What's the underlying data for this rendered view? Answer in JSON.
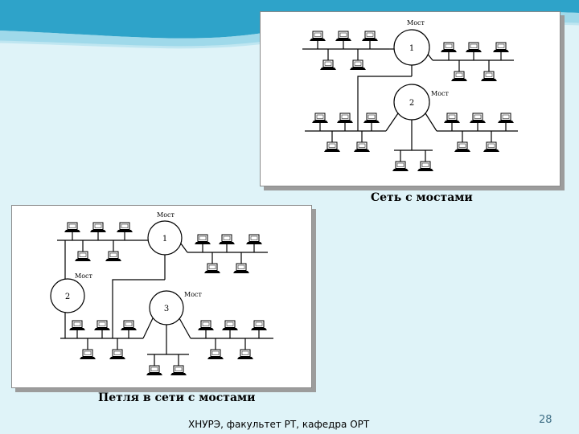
{
  "slide": {
    "caption_top": "Сеть с мостами",
    "caption_bottom": "Петля в сети с мостами",
    "footer": "ХНУРЭ, факультет РТ, кафедра ОРТ",
    "page_number": "28"
  },
  "diagram_top": {
    "bridges": [
      {
        "number": "1",
        "label": "Мост"
      },
      {
        "number": "2",
        "label": "Мост"
      }
    ]
  },
  "diagram_bottom": {
    "bridges": [
      {
        "number": "1",
        "label": "Мост"
      },
      {
        "number": "2",
        "label": "Мост"
      },
      {
        "number": "3",
        "label": "Мост"
      }
    ]
  }
}
